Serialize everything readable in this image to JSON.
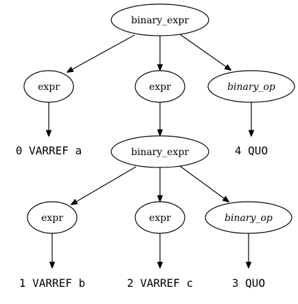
{
  "tree": {
    "root": {
      "label": "binary_expr"
    },
    "level1": {
      "left_expr": {
        "label": "expr"
      },
      "mid_expr": {
        "label": "expr"
      },
      "op": {
        "label": "binary_op"
      }
    },
    "level2": {
      "leaf_a": {
        "label": "0 VARREF a"
      },
      "inner_binary": {
        "label": "binary_expr"
      },
      "leaf_quo_top": {
        "label": "4 QUO"
      }
    },
    "level3": {
      "left_expr": {
        "label": "expr"
      },
      "mid_expr": {
        "label": "expr"
      },
      "op": {
        "label": "binary_op"
      }
    },
    "level4": {
      "leaf_b": {
        "label": "1 VARREF b"
      },
      "leaf_c": {
        "label": "2 VARREF c"
      },
      "leaf_quo_bottom": {
        "label": "3 QUO"
      }
    }
  }
}
